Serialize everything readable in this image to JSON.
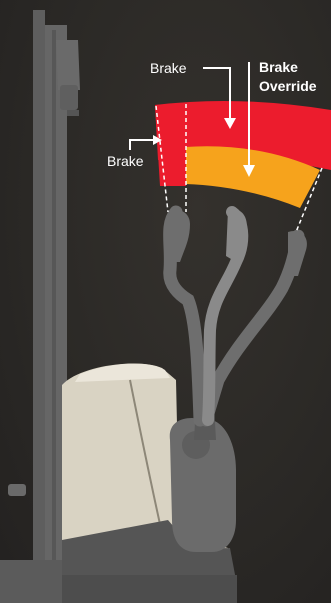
{
  "labels": {
    "brake_top": "Brake",
    "brake_left": "Brake",
    "override_line1": "Brake",
    "override_line2": "Override"
  },
  "colors": {
    "background": "#2b2926",
    "mast": "#626262",
    "tiller_arm": "#6d6d6d",
    "tiller_arm_center": "#8a8a8a",
    "body_cream": "#d8d2c2",
    "brake_zone_red": "#ec1c2d",
    "override_zone_orange": "#f6a31c",
    "label_text": "#ffffff"
  }
}
